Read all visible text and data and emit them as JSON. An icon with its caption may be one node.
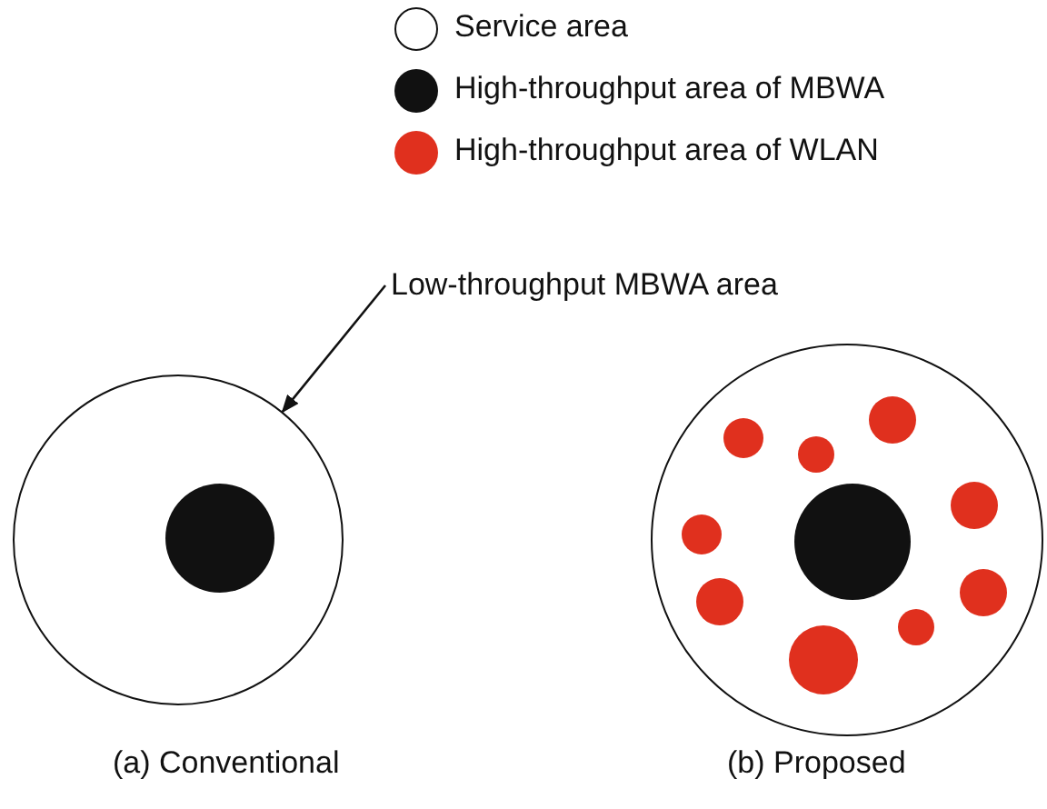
{
  "diagram": {
    "nodes": [
      {
        "text": [],
        "shape": "circle",
        "beside": [
          "(a) Conventional"
        ]
      },
      {
        "text": [],
        "shape": "circle",
        "in": 0
      },
      {
        "text": [
          "Low-throughput MBWA area"
        ]
      },
      {
        "text": [],
        "shape": "circle",
        "beside": [
          "(b) Proposed"
        ]
      },
      {
        "text": [],
        "shape": "circle",
        "in": 3
      },
      {
        "text": [],
        "shape": "circle",
        "in": 3
      },
      {
        "text": [],
        "shape": "circle",
        "in": 3
      },
      {
        "text": [],
        "shape": "circle",
        "in": 3
      },
      {
        "text": [],
        "shape": "circle",
        "in": 3
      },
      {
        "text": [],
        "shape": "circle",
        "in": 3
      },
      {
        "text": [],
        "shape": "circle",
        "in": 3
      },
      {
        "text": [],
        "shape": "circle",
        "in": 3
      },
      {
        "text": [],
        "shape": "circle",
        "in": 3
      },
      {
        "text": [],
        "shape": "circle",
        "in": 3
      }
    ],
    "edges": [
      {
        "from": 2,
        "to": 0,
        "arrow": "to"
      }
    ],
    "legend": [
      {
        "text": "Service area",
        "color": "#ffffff"
      },
      {
        "text": "High-throughput area of MBWA",
        "color": "#111111"
      },
      {
        "text": "High-throughput area of WLAN",
        "color": "#e0301e"
      }
    ]
  }
}
